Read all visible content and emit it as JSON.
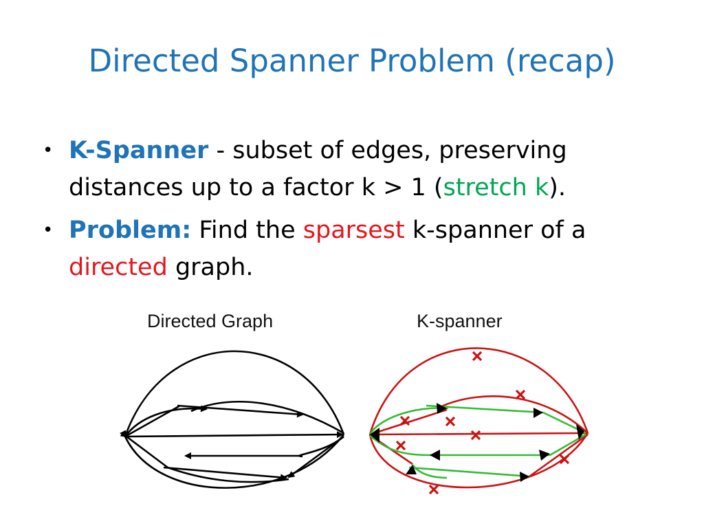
{
  "title": "Directed Spanner Problem (recap)",
  "bullets": [
    {
      "term": "K-Spanner",
      "text_a": " - subset of edges, preserving distances up to a factor k > 1 (",
      "hl": "stretch k",
      "text_b": ")."
    },
    {
      "term": "Problem:",
      "text_a": " Find the ",
      "hl1": "sparsest",
      "text_b": " k-spanner of a ",
      "hl2": "directed",
      "text_c": " graph."
    }
  ],
  "figure": {
    "left_caption": "Directed Graph",
    "right_caption": "K-spanner"
  },
  "colors": {
    "title": "#1f73b7",
    "kept_edge": "#33bb33",
    "removed_edge": "#cc1111"
  }
}
